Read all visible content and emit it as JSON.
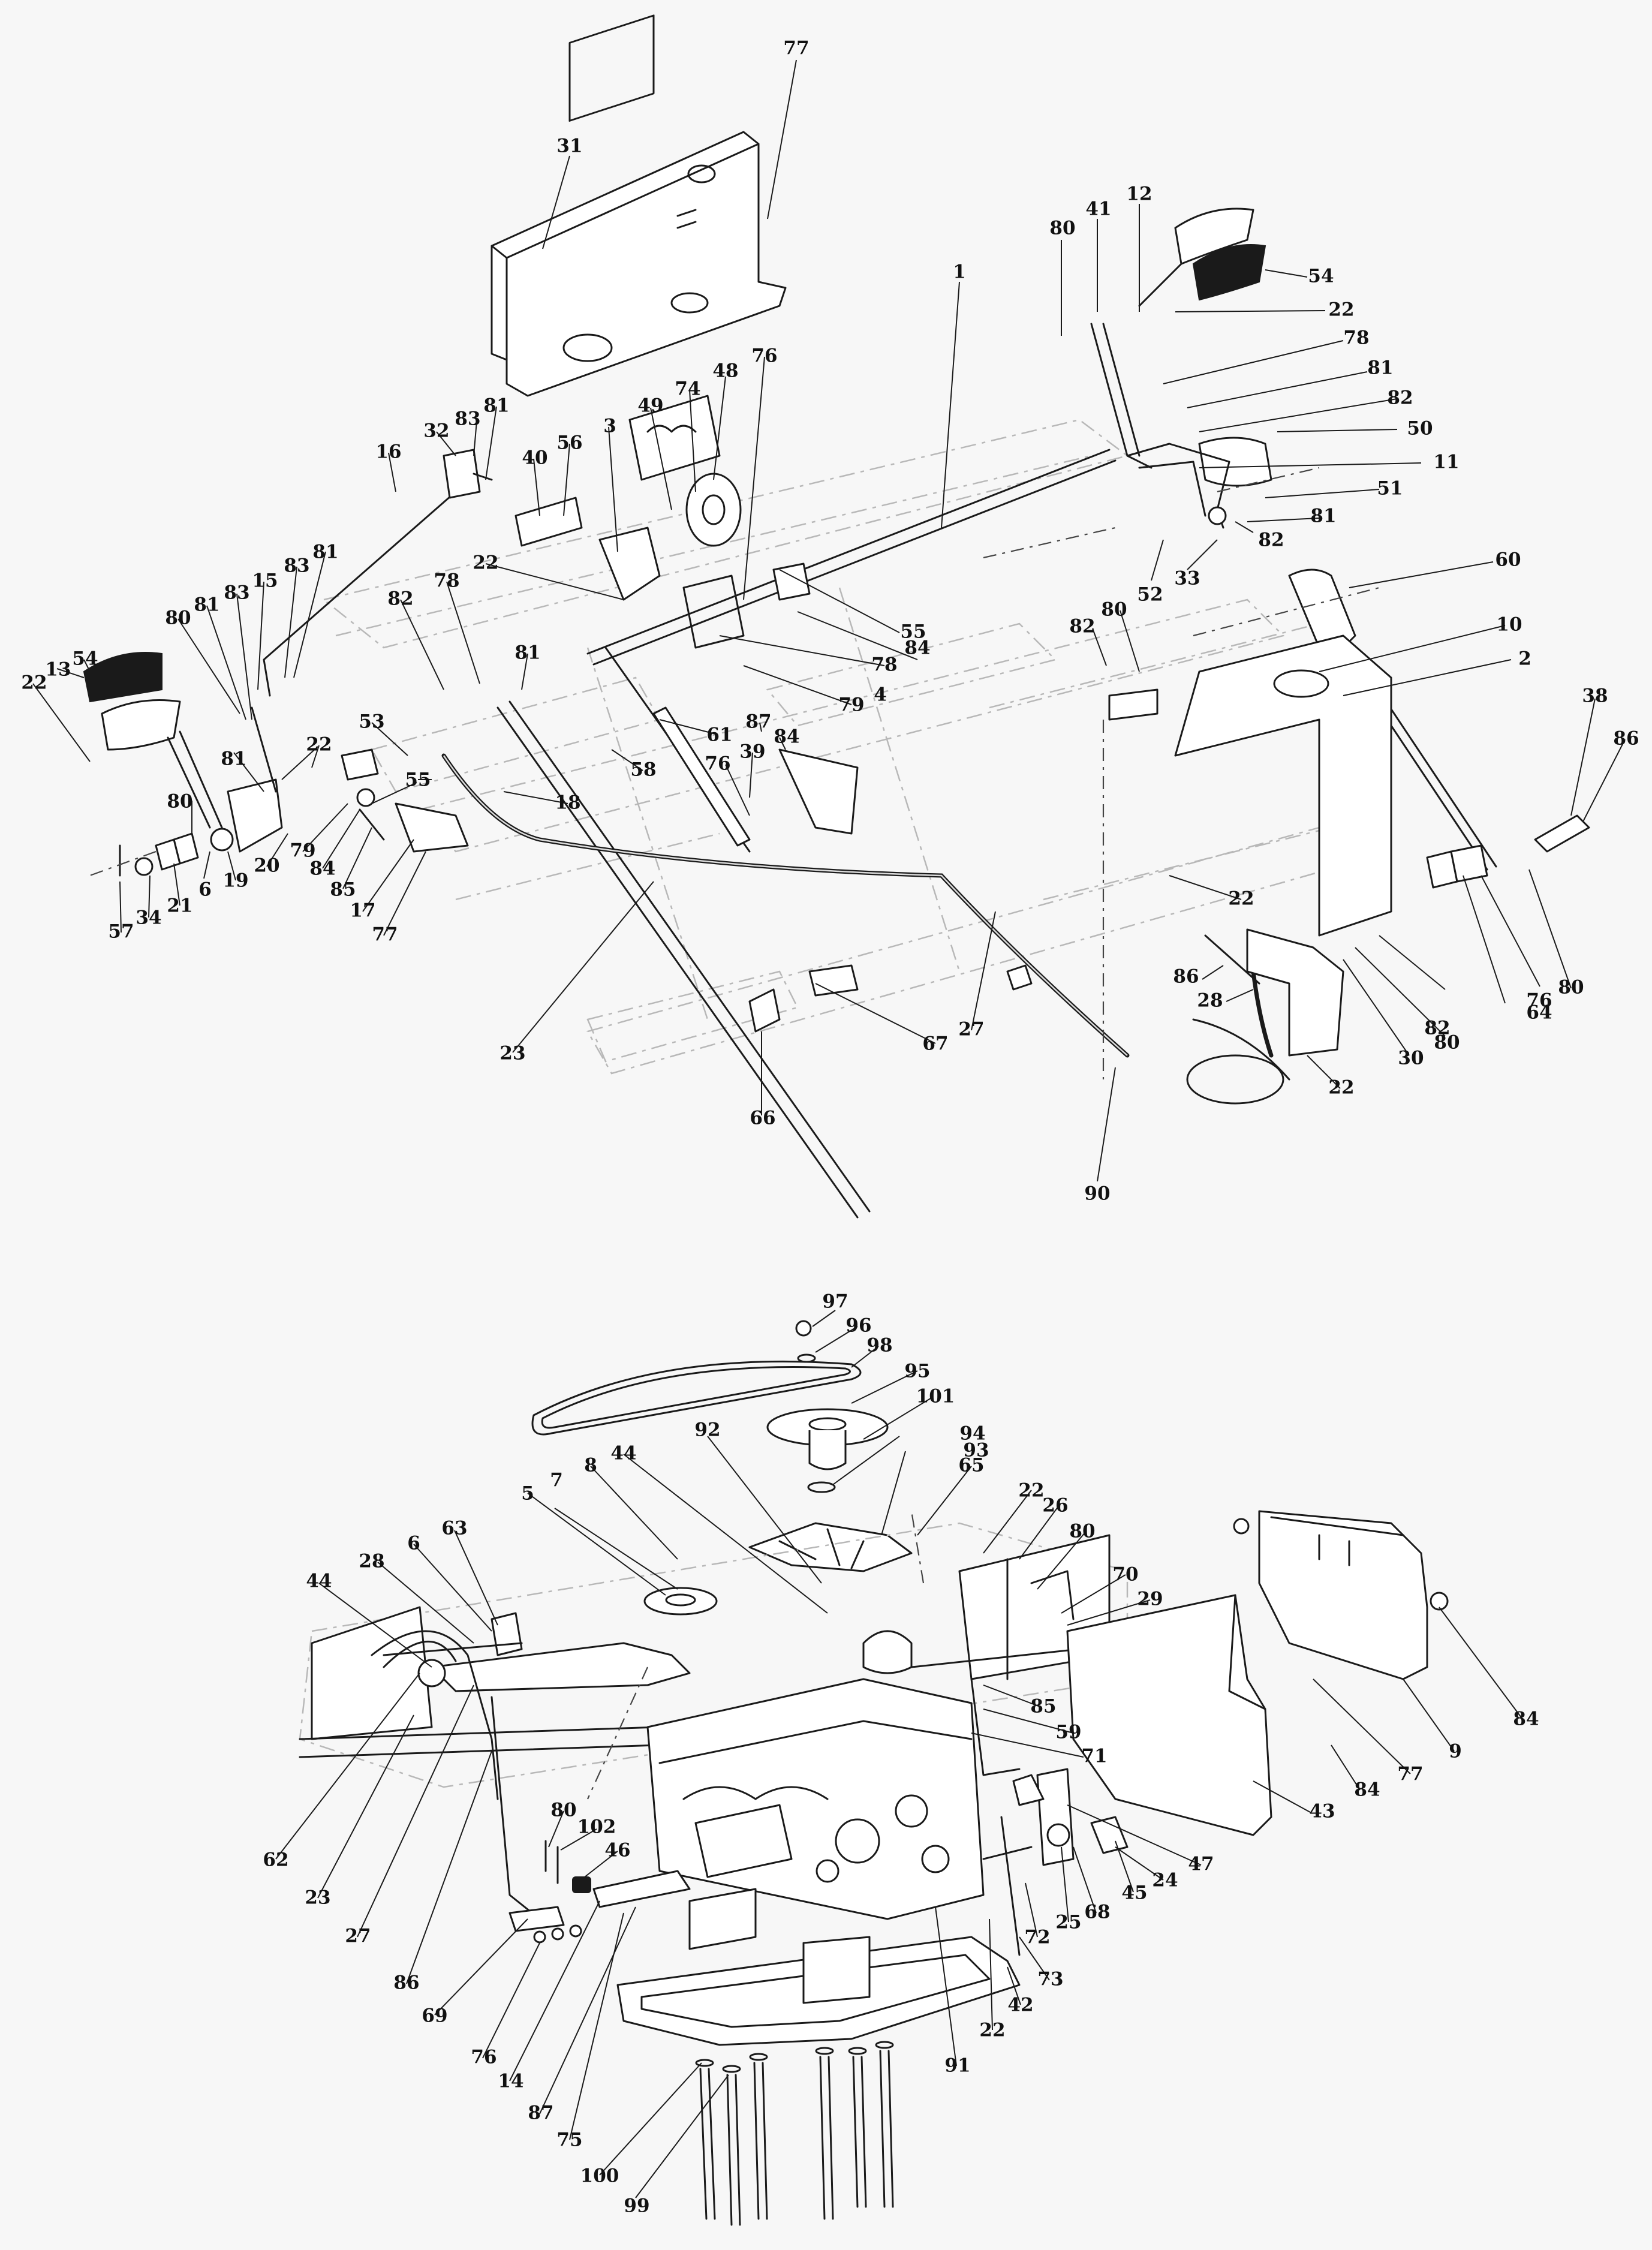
{
  "callouts": [
    {
      "id": "c77a",
      "text": "77"
    },
    {
      "id": "c31",
      "text": "31"
    },
    {
      "id": "c12",
      "text": "12"
    },
    {
      "id": "c41",
      "text": "41"
    },
    {
      "id": "c80a",
      "text": "80"
    },
    {
      "id": "c54a",
      "text": "54"
    },
    {
      "id": "c1",
      "text": "1"
    },
    {
      "id": "c22a",
      "text": "22"
    },
    {
      "id": "c78a",
      "text": "78"
    },
    {
      "id": "c81a",
      "text": "81"
    },
    {
      "id": "c82a",
      "text": "82"
    },
    {
      "id": "c50",
      "text": "50"
    },
    {
      "id": "c11",
      "text": "11"
    },
    {
      "id": "c51",
      "text": "51"
    },
    {
      "id": "c81b",
      "text": "81"
    },
    {
      "id": "c82b",
      "text": "82"
    },
    {
      "id": "c52",
      "text": "52"
    },
    {
      "id": "c33",
      "text": "33"
    },
    {
      "id": "c60",
      "text": "60"
    },
    {
      "id": "c10",
      "text": "10"
    },
    {
      "id": "c2",
      "text": "2"
    },
    {
      "id": "c38",
      "text": "38"
    },
    {
      "id": "c86a",
      "text": "86"
    },
    {
      "id": "c76a",
      "text": "76"
    },
    {
      "id": "c48",
      "text": "48"
    },
    {
      "id": "c74",
      "text": "74"
    },
    {
      "id": "c49",
      "text": "49"
    },
    {
      "id": "c3",
      "text": "3"
    },
    {
      "id": "c56",
      "text": "56"
    },
    {
      "id": "c40",
      "text": "40"
    },
    {
      "id": "c81c",
      "text": "81"
    },
    {
      "id": "c83a",
      "text": "83"
    },
    {
      "id": "c32",
      "text": "32"
    },
    {
      "id": "c16",
      "text": "16"
    },
    {
      "id": "c81d",
      "text": "81"
    },
    {
      "id": "c83b",
      "text": "83"
    },
    {
      "id": "c15",
      "text": "15"
    },
    {
      "id": "c22b",
      "text": "22"
    },
    {
      "id": "c78b",
      "text": "78"
    },
    {
      "id": "c82c",
      "text": "82"
    },
    {
      "id": "c80b",
      "text": "80"
    },
    {
      "id": "c81e",
      "text": "81"
    },
    {
      "id": "c83c",
      "text": "83"
    },
    {
      "id": "c54b",
      "text": "54"
    },
    {
      "id": "c13",
      "text": "13"
    },
    {
      "id": "c22c",
      "text": "22"
    },
    {
      "id": "c81f",
      "text": "81"
    },
    {
      "id": "c55a",
      "text": "55"
    },
    {
      "id": "c84a",
      "text": "84"
    },
    {
      "id": "c78c",
      "text": "78"
    },
    {
      "id": "c4",
      "text": "4"
    },
    {
      "id": "c79a",
      "text": "79"
    },
    {
      "id": "c82d",
      "text": "82"
    },
    {
      "id": "c80c",
      "text": "80"
    },
    {
      "id": "c87a",
      "text": "87"
    },
    {
      "id": "c84b",
      "text": "84"
    },
    {
      "id": "c61",
      "text": "61"
    },
    {
      "id": "c39",
      "text": "39"
    },
    {
      "id": "c76b",
      "text": "76"
    },
    {
      "id": "c58",
      "text": "58"
    },
    {
      "id": "c53",
      "text": "53"
    },
    {
      "id": "c55b",
      "text": "55"
    },
    {
      "id": "c22d",
      "text": "22"
    },
    {
      "id": "c81g",
      "text": "81"
    },
    {
      "id": "c18",
      "text": "18"
    },
    {
      "id": "c80d",
      "text": "80"
    },
    {
      "id": "c6a",
      "text": "6"
    },
    {
      "id": "c19",
      "text": "19"
    },
    {
      "id": "c20",
      "text": "20"
    },
    {
      "id": "c79b",
      "text": "79"
    },
    {
      "id": "c84c",
      "text": "84"
    },
    {
      "id": "c85a",
      "text": "85"
    },
    {
      "id": "c21",
      "text": "21"
    },
    {
      "id": "c34",
      "text": "34"
    },
    {
      "id": "c57",
      "text": "57"
    },
    {
      "id": "c17",
      "text": "17"
    },
    {
      "id": "c77b",
      "text": "77"
    },
    {
      "id": "c22e",
      "text": "22"
    },
    {
      "id": "c86b",
      "text": "86"
    },
    {
      "id": "c28a",
      "text": "28"
    },
    {
      "id": "c64",
      "text": "64"
    },
    {
      "id": "c76c",
      "text": "76"
    },
    {
      "id": "c80e",
      "text": "80"
    },
    {
      "id": "c82e",
      "text": "82"
    },
    {
      "id": "c80f",
      "text": "80"
    },
    {
      "id": "c30",
      "text": "30"
    },
    {
      "id": "c22f",
      "text": "22"
    },
    {
      "id": "c23a",
      "text": "23"
    },
    {
      "id": "c67",
      "text": "67"
    },
    {
      "id": "c27a",
      "text": "27"
    },
    {
      "id": "c66",
      "text": "66"
    },
    {
      "id": "c90",
      "text": "90"
    },
    {
      "id": "c97",
      "text": "97"
    },
    {
      "id": "c96",
      "text": "96"
    },
    {
      "id": "c98",
      "text": "98"
    },
    {
      "id": "c95",
      "text": "95"
    },
    {
      "id": "c101",
      "text": "101"
    },
    {
      "id": "c92",
      "text": "92"
    },
    {
      "id": "c94",
      "text": "94"
    },
    {
      "id": "c93",
      "text": "93"
    },
    {
      "id": "c44a",
      "text": "44"
    },
    {
      "id": "c8",
      "text": "8"
    },
    {
      "id": "c65",
      "text": "65"
    },
    {
      "id": "c5",
      "text": "5"
    },
    {
      "id": "c7",
      "text": "7"
    },
    {
      "id": "c22g",
      "text": "22"
    },
    {
      "id": "c26",
      "text": "26"
    },
    {
      "id": "c80g",
      "text": "80"
    },
    {
      "id": "c63",
      "text": "63"
    },
    {
      "id": "c6b",
      "text": "6"
    },
    {
      "id": "c28b",
      "text": "28"
    },
    {
      "id": "c70",
      "text": "70"
    },
    {
      "id": "c29",
      "text": "29"
    },
    {
      "id": "c44b",
      "text": "44"
    },
    {
      "id": "c85b",
      "text": "85"
    },
    {
      "id": "c59",
      "text": "59"
    },
    {
      "id": "c71",
      "text": "71"
    },
    {
      "id": "c84d",
      "text": "84"
    },
    {
      "id": "c9",
      "text": "9"
    },
    {
      "id": "c77c",
      "text": "77"
    },
    {
      "id": "c84e",
      "text": "84"
    },
    {
      "id": "c43",
      "text": "43"
    },
    {
      "id": "c47",
      "text": "47"
    },
    {
      "id": "c24",
      "text": "24"
    },
    {
      "id": "c45",
      "text": "45"
    },
    {
      "id": "c68",
      "text": "68"
    },
    {
      "id": "c25",
      "text": "25"
    },
    {
      "id": "c62",
      "text": "62"
    },
    {
      "id": "c23b",
      "text": "23"
    },
    {
      "id": "c27b",
      "text": "27"
    },
    {
      "id": "c86c",
      "text": "86"
    },
    {
      "id": "c80h",
      "text": "80"
    },
    {
      "id": "c102",
      "text": "102"
    },
    {
      "id": "c46",
      "text": "46"
    },
    {
      "id": "c69",
      "text": "69"
    },
    {
      "id": "c76d",
      "text": "76"
    },
    {
      "id": "c14",
      "text": "14"
    },
    {
      "id": "c87b",
      "text": "87"
    },
    {
      "id": "c75",
      "text": "75"
    },
    {
      "id": "c72",
      "text": "72"
    },
    {
      "id": "c73",
      "text": "73"
    },
    {
      "id": "c42",
      "text": "42"
    },
    {
      "id": "c22h",
      "text": "22"
    },
    {
      "id": "c91",
      "text": "91"
    },
    {
      "id": "c100",
      "text": "100"
    },
    {
      "id": "c99",
      "text": "99"
    }
  ]
}
